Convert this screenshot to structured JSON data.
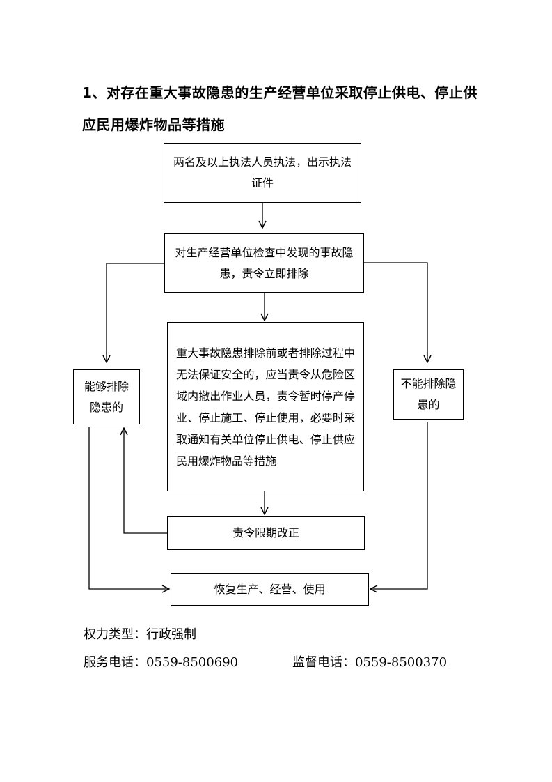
{
  "heading": "1、对存在重大事故隐患的生产经营单位采取停止供电、停止供应民用爆炸物品等措施",
  "boxes": {
    "step1": "两名及以上执法人员执法，出示执法证件",
    "step2": "对生产经营单位检查中发现的事故隐患，责令立即排除",
    "step3": "重大事故隐患排除前或者排除过程中无法保证安全的，应当责令从危险区域内撤出作业人员，责令暂时停产停业、停止施工、停止使用，必要时采取通知有关单位停止供电、停止供应民用爆炸物品等措施",
    "can_eliminate": "能够排除隐患的",
    "cannot_eliminate": "不能排除隐患的",
    "rectify": "责令限期改正",
    "resume": "恢复生产、经营、使用"
  },
  "footer": {
    "power_type": "权力类型：行政强制",
    "service_phone": "服务电话：0559-8500690",
    "supervision_phone": "监督电话：0559-8500370"
  }
}
